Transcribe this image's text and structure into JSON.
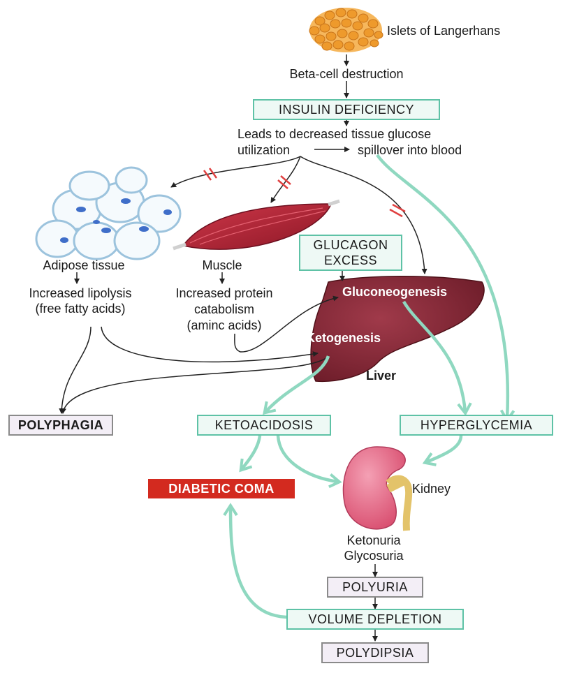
{
  "labels": {
    "islets": "Islets of Langerhans",
    "beta_cell": "Beta-cell destruction",
    "insulin_deficiency": "INSULIN DEFICIENCY",
    "leads_to": "Leads to decreased tissue glucose",
    "utilization": "utilization",
    "spillover": "spillover into blood",
    "adipose": "Adipose tissue",
    "lipolysis_1": "Increased lipolysis",
    "lipolysis_2": "(free fatty acids)",
    "muscle": "Muscle",
    "protein_1": "Increased protein",
    "protein_2": "catabolism",
    "protein_3": "(aminc acids)",
    "glucagon_1": "GLUCAGON",
    "glucagon_2": "EXCESS",
    "gluconeogenesis": "Gluconeogenesis",
    "ketogenesis": "Ketogenesis",
    "liver": "Liver",
    "polyphagia": "POLYPHAGIA",
    "ketoacidosis": "KETOACIDOSIS",
    "hyperglycemia": "HYPERGLYCEMIA",
    "diabetic_coma": "DIABETIC COMA",
    "kidney": "Kidney",
    "ketonuria": "Ketonuria",
    "glycosuria": "Glycosuria",
    "polyuria": "POLYURIA",
    "volume_depletion": "VOLUME DEPLETION",
    "polydipsia": "POLYDIPSIA"
  },
  "colors": {
    "teal_arrow": "#8fd8c0",
    "box_border": "#5ec2a6",
    "box_fill": "#eef9f5",
    "liver": "#8b2b3a",
    "muscle": "#b32435",
    "kidney": "#e46a86",
    "islet": "#f2a541",
    "coma_red": "#d32a1f",
    "block_mark": "#e04040"
  }
}
